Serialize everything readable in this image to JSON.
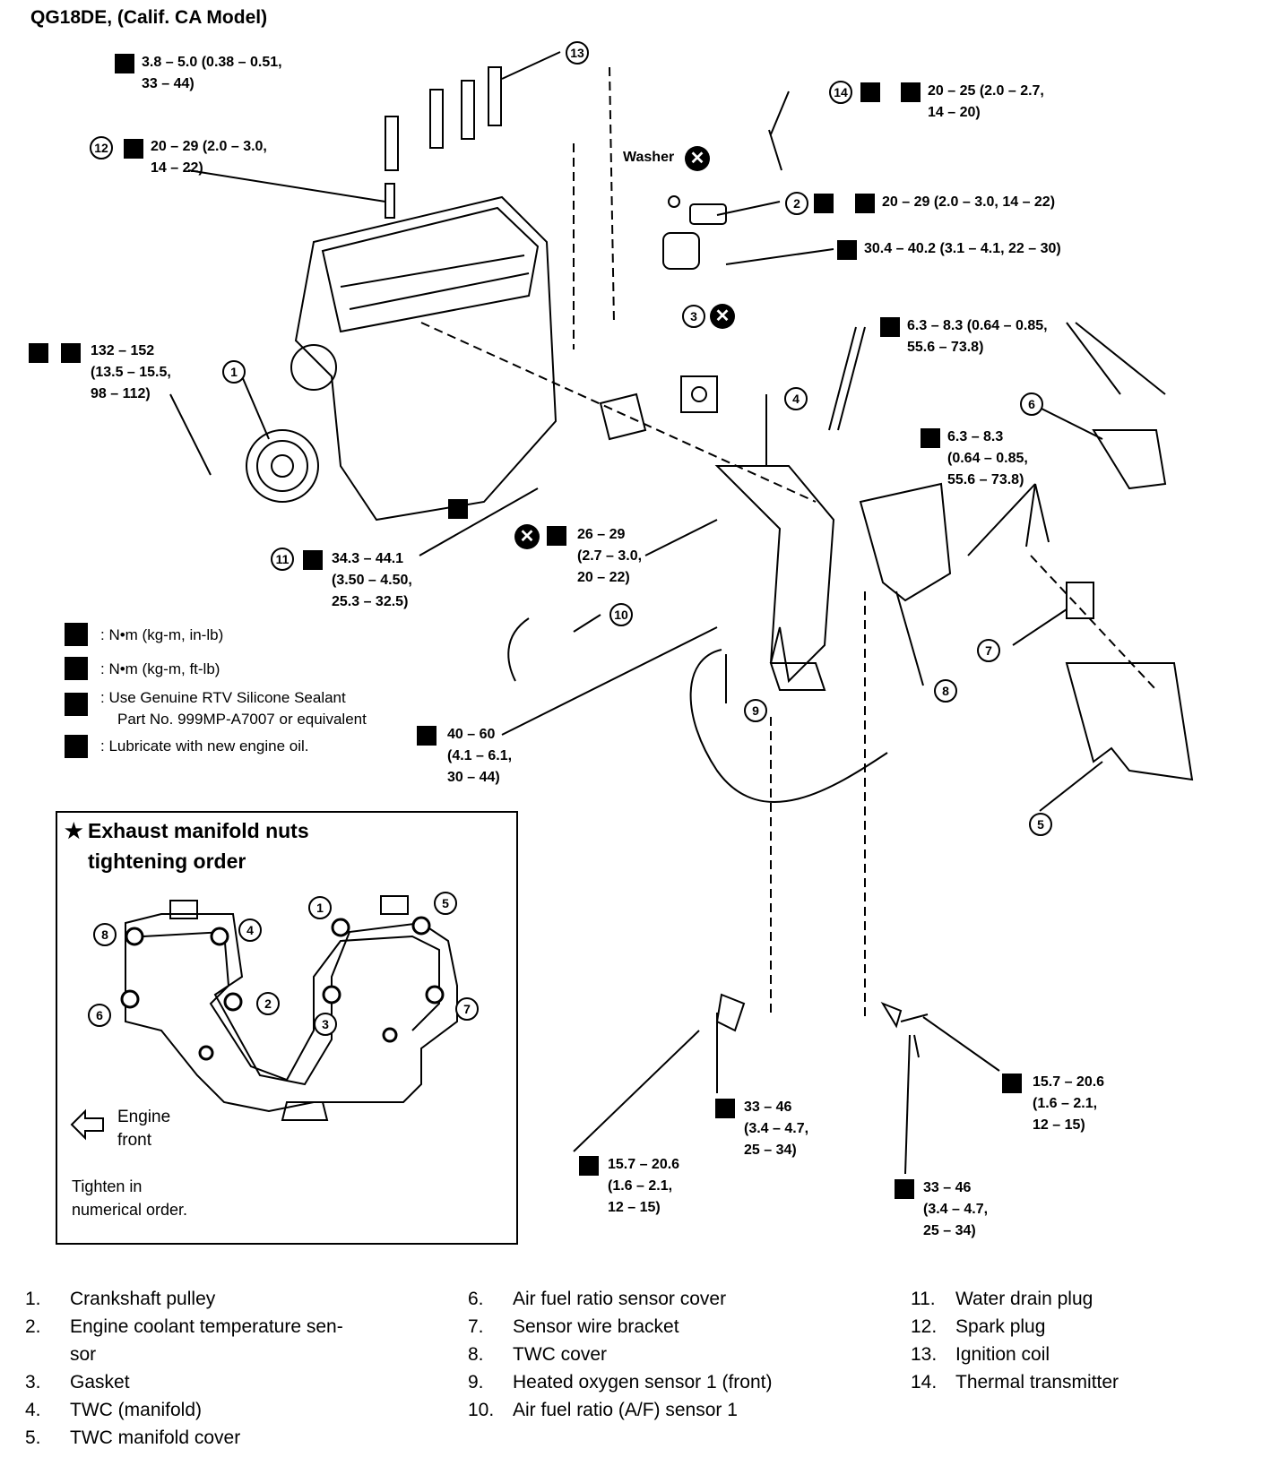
{
  "title": "QG18DE, (Calif. CA Model)",
  "specs": {
    "s1": "3.8 – 5.0 (0.38 – 0.51,\n33 – 44)",
    "s2": "20 – 29 (2.0 – 3.0,\n14 – 22)",
    "s3": "20 – 25 (2.0 – 2.7,\n14 – 20)",
    "s4": "20 – 29 (2.0 – 3.0, 14 – 22)",
    "s5": "30.4 – 40.2 (3.1 – 4.1, 22 – 30)",
    "s6": "132 – 152\n(13.5 – 15.5,\n98 – 112)",
    "s7": "6.3 – 8.3 (0.64 – 0.85,\n55.6 – 73.8)",
    "s8": "6.3 – 8.3\n(0.64 – 0.85,\n55.6 – 73.8)",
    "s9": "26 – 29\n(2.7 – 3.0,\n20 – 22)",
    "s10": "34.3 – 44.1\n(3.50 – 4.50,\n25.3 – 32.5)",
    "s11": "40 – 60\n(4.1 – 6.1,\n30 – 44)",
    "s12": "15.7 – 20.6\n(1.6 – 2.1,\n12 – 15)",
    "s13": "33 – 46\n(3.4 – 4.7,\n25 – 34)",
    "s14": "15.7 – 20.6\n(1.6 – 2.1,\n12 – 15)",
    "s15": "33 – 46\n(3.4 – 4.7,\n25 – 34)"
  },
  "washer_label": "Washer",
  "legend": {
    "nm_inlb": ":  N•m (kg-m, in-lb)",
    "nm_ftlb": ":  N•m (kg-m, ft-lb)",
    "rtv_line1": ":  Use Genuine RTV Silicone Sealant",
    "rtv_line2": "Part No. 999MP-A7007 or equivalent",
    "lube": ":  Lubricate with new engine oil."
  },
  "inset": {
    "star": "★",
    "title_line1": "Exhaust manifold nuts",
    "title_line2": "tightening order",
    "engine_front_line1": "Engine",
    "engine_front_line2": "front",
    "tighten_line1": "Tighten in",
    "tighten_line2": "numerical order."
  },
  "parts": [
    {
      "num": "1.",
      "name": "Crankshaft pulley"
    },
    {
      "num": "2.",
      "name": "Engine coolant temperature sen-"
    },
    {
      "num": "",
      "name": "sor"
    },
    {
      "num": "3.",
      "name": "Gasket"
    },
    {
      "num": "4.",
      "name": "TWC (manifold)"
    },
    {
      "num": "5.",
      "name": "TWC manifold cover"
    },
    {
      "num": "6.",
      "name": "Air fuel ratio sensor cover"
    },
    {
      "num": "7.",
      "name": "Sensor wire bracket"
    },
    {
      "num": "8.",
      "name": "TWC cover"
    },
    {
      "num": "9.",
      "name": "Heated oxygen sensor 1 (front)"
    },
    {
      "num": "10.",
      "name": "Air fuel ratio (A/F) sensor 1"
    },
    {
      "num": "11.",
      "name": "Water drain plug"
    },
    {
      "num": "12.",
      "name": "Spark plug"
    },
    {
      "num": "13.",
      "name": "Ignition coil"
    },
    {
      "num": "14.",
      "name": "Thermal transmitter"
    }
  ]
}
